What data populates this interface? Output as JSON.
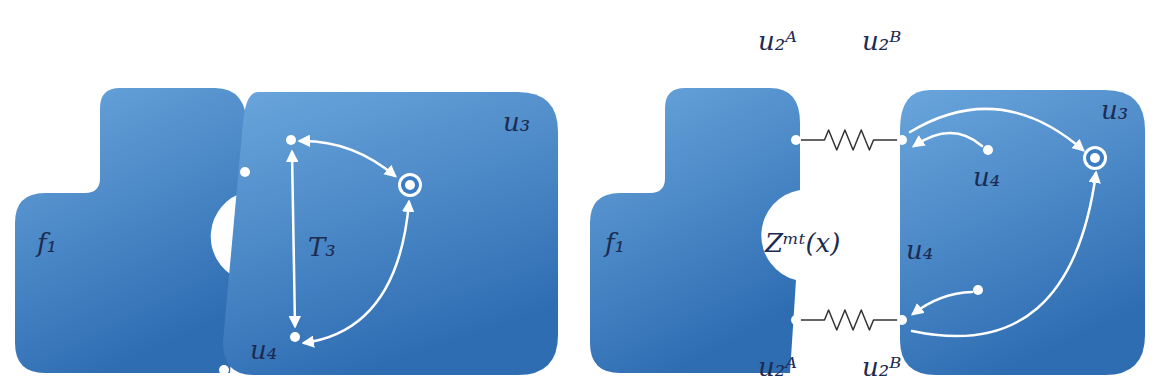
{
  "diagram": {
    "nodes": [
      {
        "text": [
          "f₁"
        ]
      },
      {
        "text": [
          "u₃",
          "T₃",
          "u₄"
        ]
      },
      {
        "text": [
          "f₁"
        ]
      },
      {
        "text": [
          "u₃",
          "u₄",
          "u₄"
        ]
      }
    ],
    "edges": [
      {
        "from": 2,
        "to": 3,
        "arrow": "none"
      },
      {
        "from": 2,
        "to": 3,
        "arrow": "none"
      }
    ],
    "labels": [
      "u₂ᴬ",
      "u₂ᴮ",
      "Zᵐᵗ(x)",
      "u₂ᴬ",
      "u₂ᴮ"
    ]
  }
}
